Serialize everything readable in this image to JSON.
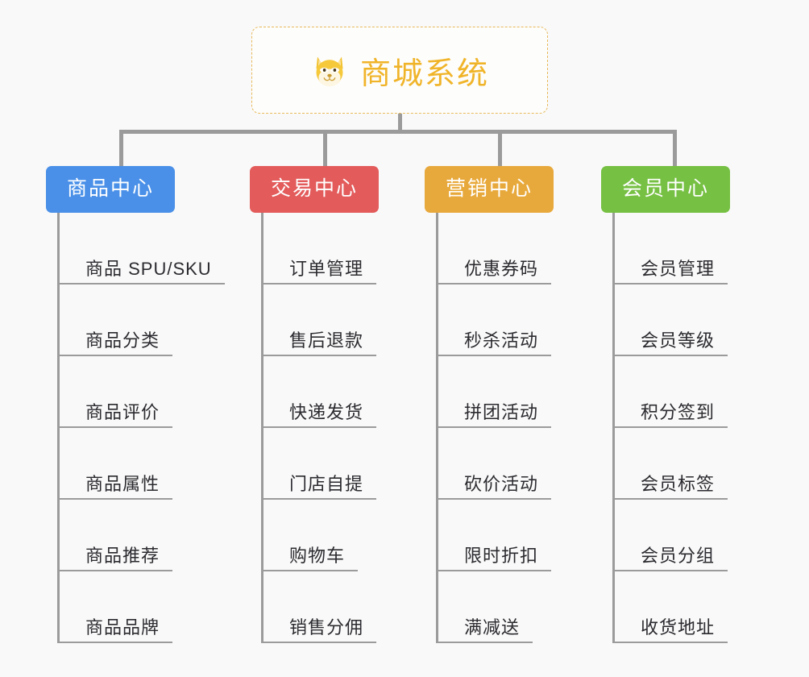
{
  "background_color": "#f9f9f9",
  "root": {
    "title": "商城系统",
    "icon": "shiba-dog-face-icon",
    "border_color": "#e8b959",
    "text_color": "#f0b429"
  },
  "connector_color": "#9b9b9b",
  "branches": [
    {
      "id": "product-center",
      "label": "商品中心",
      "color": "#4a90e8",
      "items": [
        "商品 SPU/SKU",
        "商品分类",
        "商品评价",
        "商品属性",
        "商品推荐",
        "商品品牌"
      ]
    },
    {
      "id": "trade-center",
      "label": "交易中心",
      "color": "#e35b5b",
      "items": [
        "订单管理",
        "售后退款",
        "快递发货",
        "门店自提",
        "购物车",
        "销售分佣"
      ]
    },
    {
      "id": "marketing-center",
      "label": "营销中心",
      "color": "#e8a93c",
      "items": [
        "优惠券码",
        "秒杀活动",
        "拼团活动",
        "砍价活动",
        "限时折扣",
        "满减送"
      ]
    },
    {
      "id": "member-center",
      "label": "会员中心",
      "color": "#76c043",
      "items": [
        "会员管理",
        "会员等级",
        "积分签到",
        "会员标签",
        "会员分组",
        "收货地址"
      ]
    }
  ]
}
